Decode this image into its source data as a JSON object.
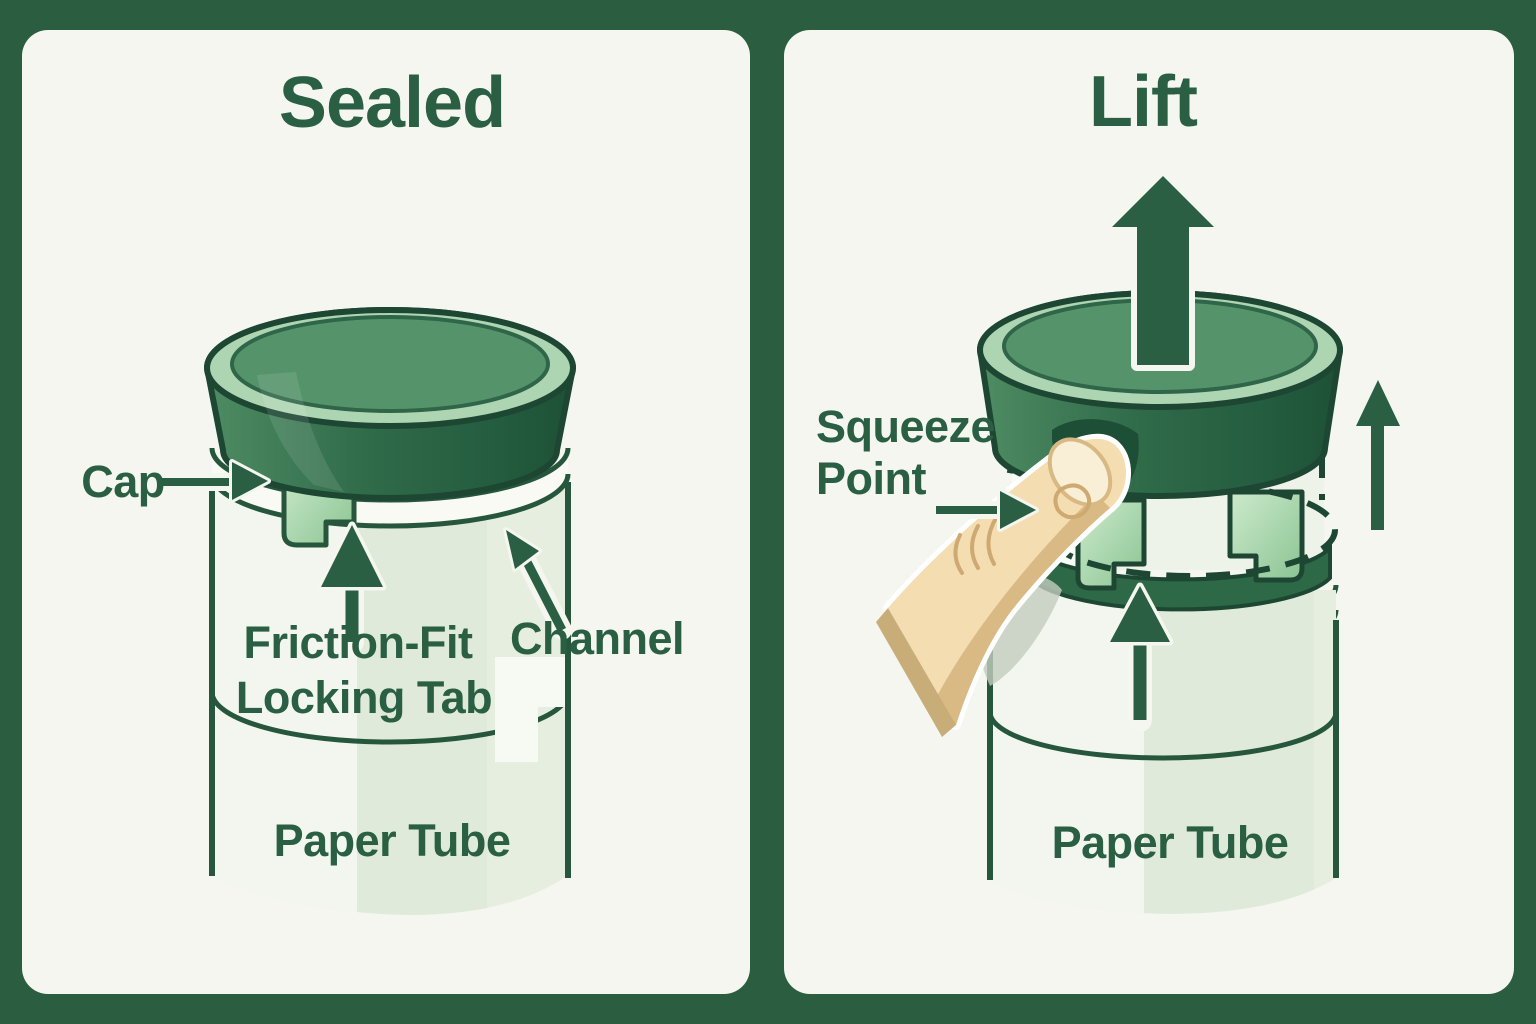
{
  "colors": {
    "frame_green": "#2b5e41",
    "panel_bg": "#f4f6ef",
    "ink_green": "#2a5f44",
    "outline_green": "#1d4733",
    "cap_face_green": "#55946b",
    "cap_rim_highlight": "#aed5b2",
    "cap_side_light": "#4e8c63",
    "cap_side_dark": "#1e5136",
    "tube_fill": "#e6efdf",
    "tube_stripe_light": "#f2f6ee",
    "tube_stripe_green": "#dfeada",
    "tab_light": "#cdeacc",
    "tab_dark": "#8ac492",
    "band_green": "#2d6847",
    "finger_skin": "#f3ddb1",
    "finger_shade": "#d9ba84",
    "nail": "#f9efd7"
  },
  "icons": {
    "left": [
      "pointer-arrow-icon",
      "up-arrow-icon",
      "diagonal-arrow-icon"
    ],
    "right": [
      "lift-arrow-icon",
      "pointer-arrow-icon",
      "up-arrow-icon",
      "thin-up-arrow-icon",
      "finger-graphic",
      "dashed-outline"
    ]
  },
  "panels": {
    "sealed": {
      "title": "Sealed",
      "labels": {
        "cap": "Cap",
        "locking_tab_line1": "Friction-Fit",
        "locking_tab_line2": "Locking Tab",
        "channel": "Channel",
        "paper_tube": "Paper Tube"
      }
    },
    "lift": {
      "title": "Lift",
      "labels": {
        "squeeze_line1": "Squeeze",
        "squeeze_line2": "Point",
        "paper_tube": "Paper Tube"
      }
    }
  }
}
